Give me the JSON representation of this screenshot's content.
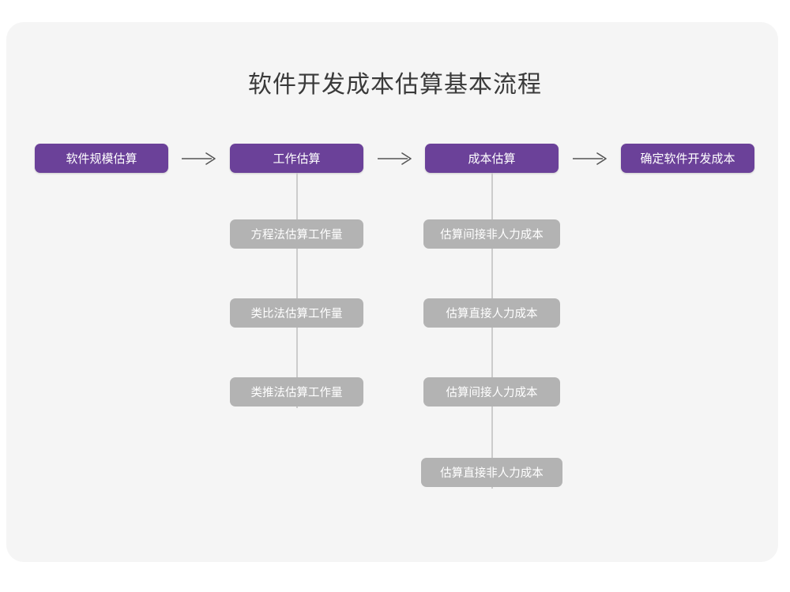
{
  "title": "软件开发成本估算基本流程",
  "colors": {
    "canvas": "#ffffff",
    "card": "#f5f5f5",
    "primary_node": "#6b4199",
    "sub_node": "#b3b3b3",
    "title_text": "#3a3a3a",
    "node_text": "#ffffff",
    "connector": "#cccccc",
    "arrow": "#555555"
  },
  "flow": {
    "arrow_glyph": "right-arrow",
    "steps": [
      {
        "id": "size-est",
        "label": "软件规模估算"
      },
      {
        "id": "effort-est",
        "label": "工作估算"
      },
      {
        "id": "cost-est",
        "label": "成本估算"
      },
      {
        "id": "final-cost",
        "label": "确定软件开发成本"
      }
    ],
    "arrows": [
      {
        "id": "arrow-1",
        "from": "size-est",
        "to": "effort-est"
      },
      {
        "id": "arrow-2",
        "from": "effort-est",
        "to": "cost-est"
      },
      {
        "id": "arrow-3",
        "from": "cost-est",
        "to": "final-cost"
      }
    ]
  },
  "branches": {
    "effort": {
      "parent": "effort-est",
      "items": [
        {
          "id": "equation-method",
          "label": "方程法估算工作量"
        },
        {
          "id": "analogy-method",
          "label": "类比法估算工作量"
        },
        {
          "id": "inference-method",
          "label": "类推法估算工作量"
        }
      ]
    },
    "cost": {
      "parent": "cost-est",
      "items": [
        {
          "id": "indirect-nonlabor",
          "label": "估算间接非人力成本"
        },
        {
          "id": "direct-labor",
          "label": "估算直接人力成本"
        },
        {
          "id": "indirect-labor",
          "label": "估算间接人力成本"
        },
        {
          "id": "direct-nonlabor",
          "label": "估算直接非人力成本"
        }
      ]
    }
  }
}
